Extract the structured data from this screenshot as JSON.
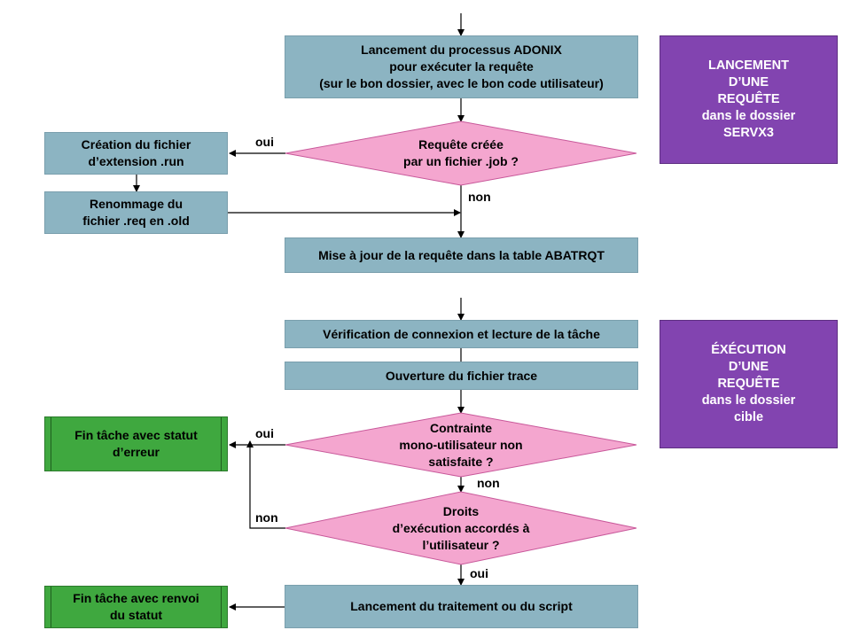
{
  "section1": {
    "title_box": "LANCEMENT\nD’UNE\nREQUÊTE\ndans le dossier\nSERVX3",
    "step_launch": "Lancement du processus ADONIX\npour exécuter la requête\n(sur le bon dossier, avec le bon code utilisateur)",
    "decision_job": "Requête créée\npar un fichier .job ?",
    "step_create_run": "Création du fichier\nd’extension .run",
    "step_rename": "Renommage du\nfichier .req en .old",
    "step_update": "Mise à jour de la requête dans la table ABATRQT",
    "label_yes": "oui",
    "label_no": "non"
  },
  "section2": {
    "title_box": "ÉXÉCUTION\nD’UNE\nREQUÊTE\ndans le dossier\ncible",
    "step_verify": "Vérification de connexion et lecture de la tâche",
    "step_open_trace": "Ouverture du fichier trace",
    "decision_constraint": "Contrainte\nmono-utilisateur non\nsatisfaite ?",
    "decision_rights": "Droits\nd’exécution accordés à\nl’utilisateur ?",
    "end_error": "Fin tâche avec statut\nd’erreur",
    "end_status": "Fin tâche avec renvoi\ndu statut",
    "step_run": "Lancement du traitement ou du script",
    "label_yes_constraint": "oui",
    "label_no_constraint": "non",
    "label_no_rights": "non",
    "label_yes_rights": "oui"
  },
  "colors": {
    "process": "#8cb4c2",
    "decision": "#f4a6cf",
    "title_box": "#8244b0",
    "end_box": "#3fa83f"
  }
}
